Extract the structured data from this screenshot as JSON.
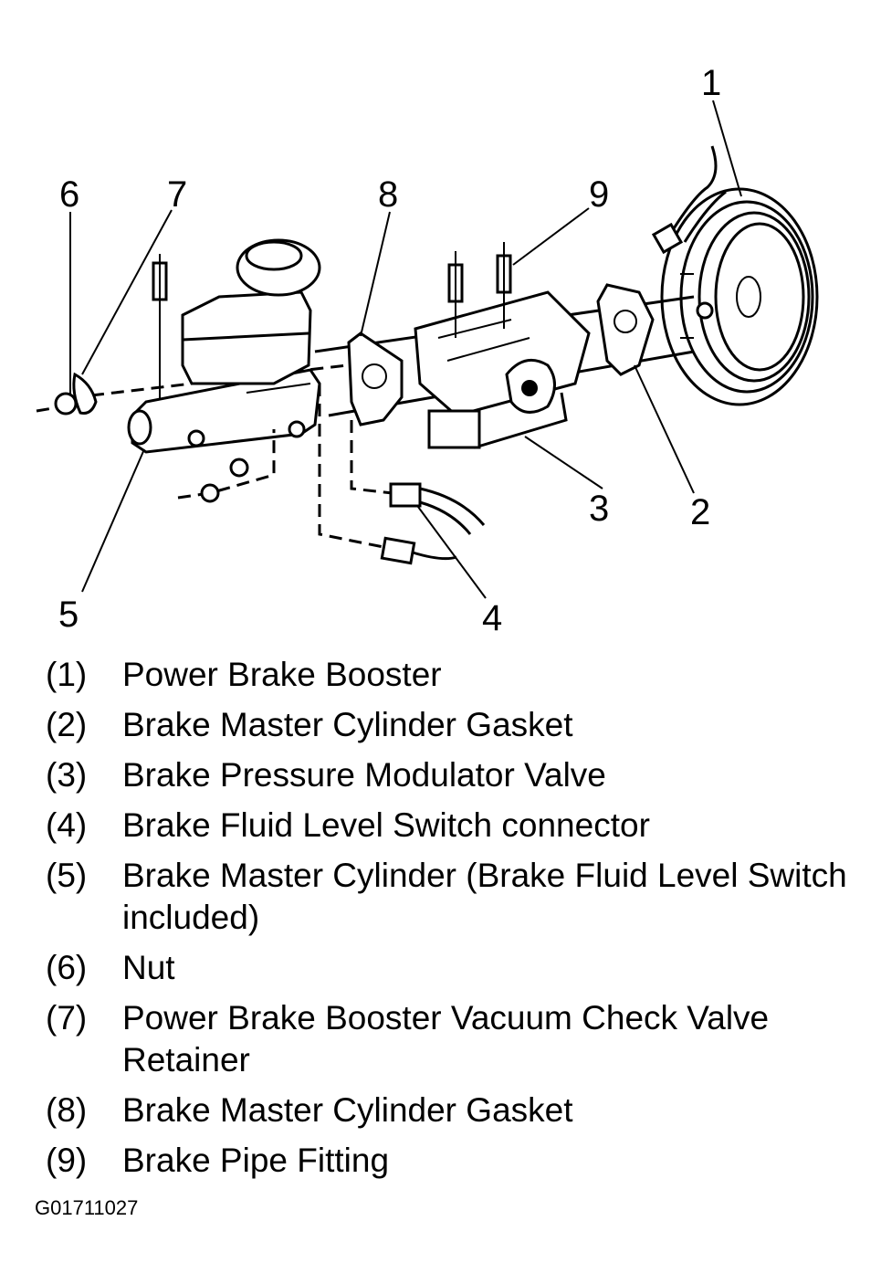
{
  "callouts": [
    "1",
    "2",
    "3",
    "4",
    "5",
    "6",
    "7",
    "8",
    "9"
  ],
  "legend": [
    {
      "num": "(1)",
      "text": "Power Brake Booster"
    },
    {
      "num": "(2)",
      "text": "Brake Master Cylinder Gasket"
    },
    {
      "num": "(3)",
      "text": "Brake Pressure Modulator Valve"
    },
    {
      "num": "(4)",
      "text": "Brake Fluid Level Switch connector"
    },
    {
      "num": "(5)",
      "text": "Brake Master Cylinder (Brake Fluid Level Switch included)"
    },
    {
      "num": "(6)",
      "text": "Nut"
    },
    {
      "num": "(7)",
      "text": "Power Brake Booster Vacuum Check Valve Retainer"
    },
    {
      "num": "(8)",
      "text": "Brake Master Cylinder Gasket"
    },
    {
      "num": "(9)",
      "text": "Brake Pipe Fitting"
    }
  ],
  "figure_id": "G01711027"
}
